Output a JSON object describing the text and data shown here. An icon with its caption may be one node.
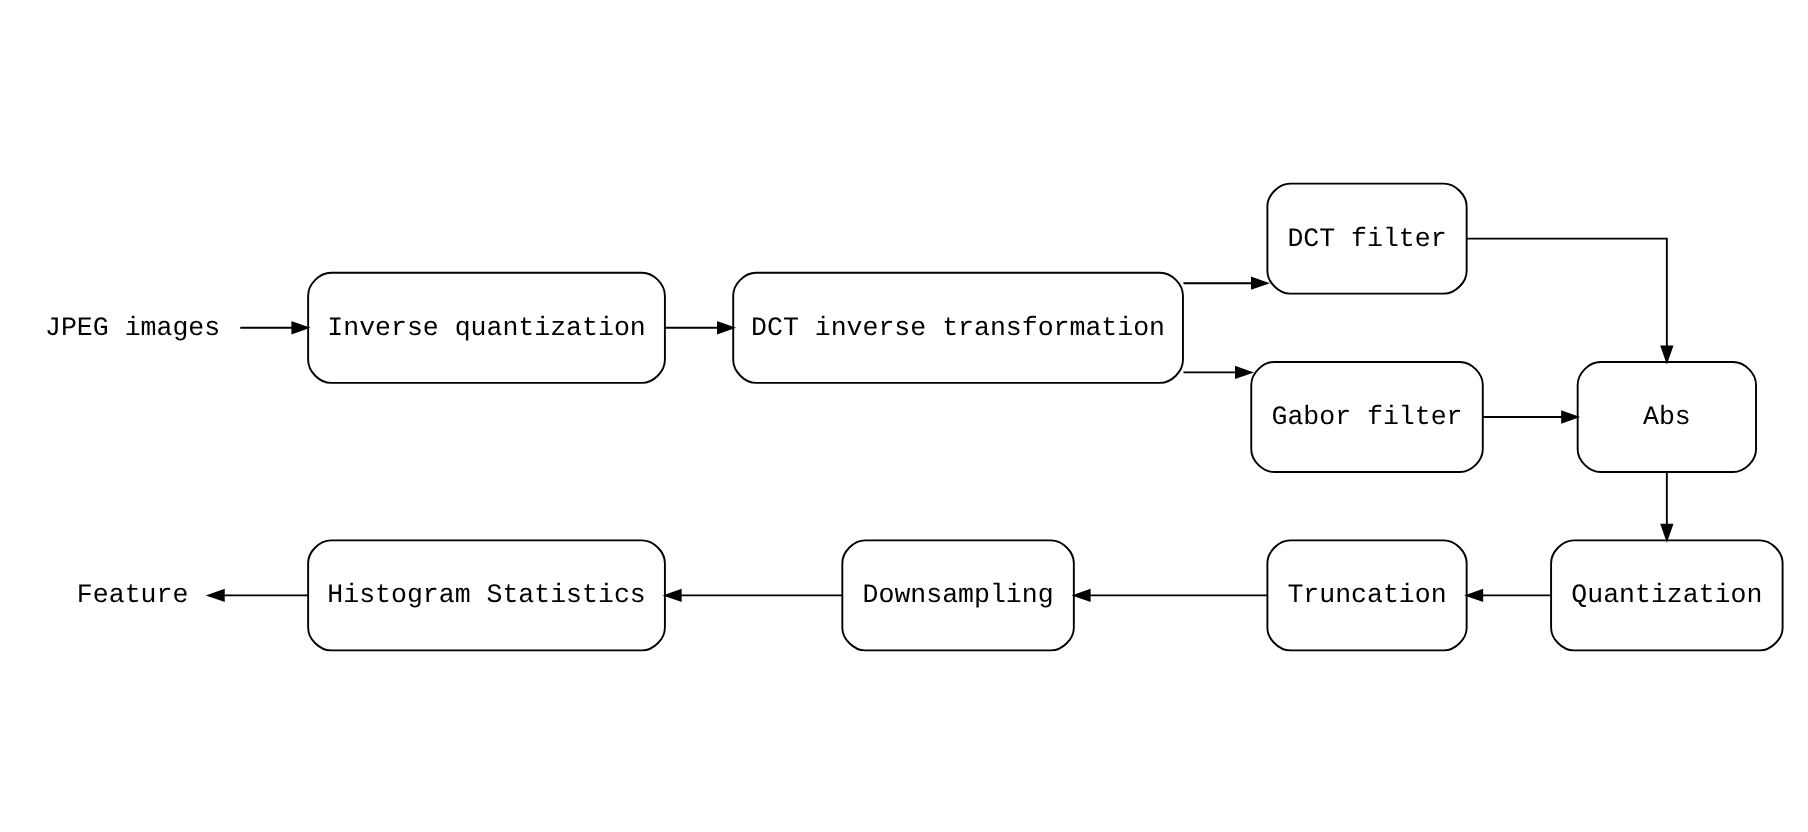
{
  "diagram": {
    "nodes": [
      {
        "text": [
          "JPEG images"
        ]
      },
      {
        "text": [
          "Inverse quantization"
        ]
      },
      {
        "text": [
          "DCT inverse transformation"
        ]
      },
      {
        "text": [
          "DCT filter"
        ]
      },
      {
        "text": [
          "Gabor filter"
        ]
      },
      {
        "text": [
          "Abs"
        ]
      },
      {
        "text": [
          "Quantization"
        ]
      },
      {
        "text": [
          "Truncation"
        ]
      },
      {
        "text": [
          "Downsampling"
        ]
      },
      {
        "text": [
          "Histogram Statistics"
        ]
      },
      {
        "text": [
          "Feature"
        ]
      }
    ],
    "edges": [
      {
        "from": 0,
        "to": 1,
        "arrow": "to"
      },
      {
        "from": 1,
        "to": 2,
        "arrow": "to"
      },
      {
        "from": 2,
        "to": 3,
        "arrow": "to"
      },
      {
        "from": 2,
        "to": 4,
        "arrow": "to"
      },
      {
        "from": 3,
        "to": 5,
        "arrow": "to"
      },
      {
        "from": 4,
        "to": 5,
        "arrow": "to"
      },
      {
        "from": 5,
        "to": 6,
        "arrow": "to"
      },
      {
        "from": 6,
        "to": 7,
        "arrow": "to"
      },
      {
        "from": 7,
        "to": 8,
        "arrow": "to"
      },
      {
        "from": 8,
        "to": 9,
        "arrow": "to"
      },
      {
        "from": 9,
        "to": 10,
        "arrow": "to"
      }
    ]
  }
}
